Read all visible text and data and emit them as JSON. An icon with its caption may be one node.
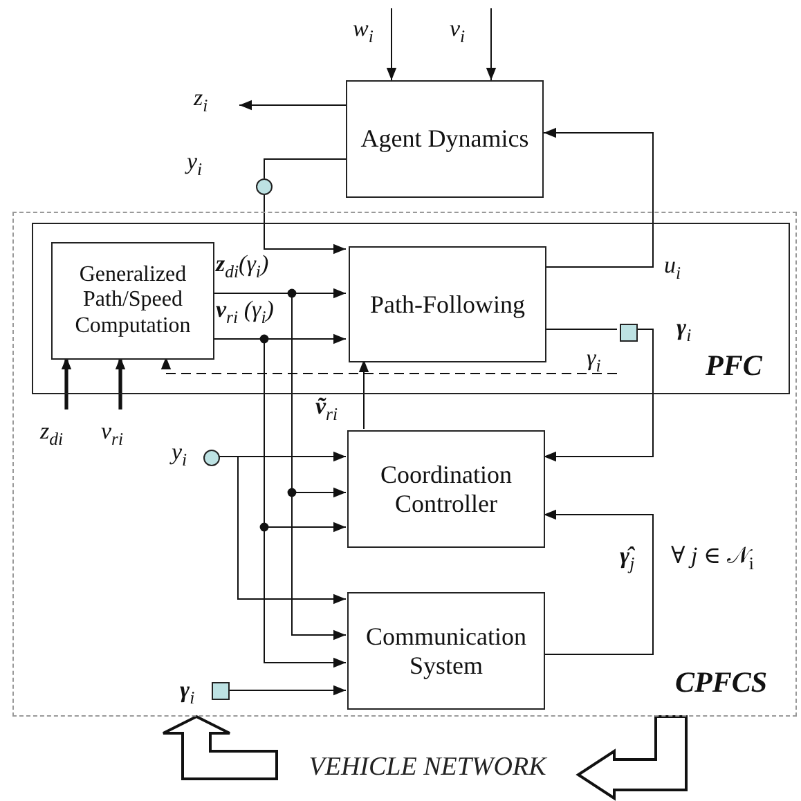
{
  "diagram": {
    "nodes": [
      {
        "text": [
          "CPFCS"
        ]
      },
      {
        "text": [
          "PFC"
        ],
        "in": 0
      },
      {
        "text": [
          "Agent Dynamics"
        ]
      },
      {
        "text": [
          "Generalized Path/Speed Computation"
        ],
        "in": 1
      },
      {
        "text": [
          "Path-Following"
        ],
        "in": 1
      },
      {
        "text": [
          "Coordination Controller"
        ],
        "in": 0
      },
      {
        "text": [
          "Communication System"
        ],
        "in": 0
      },
      {
        "text": [],
        "shape": "circle",
        "beside": [
          "y$_{i}$"
        ]
      },
      {
        "text": [],
        "shape": "box",
        "in": 1,
        "beside": [
          "**γ**$_{i}$"
        ]
      },
      {
        "text": [],
        "shape": "circle",
        "in": 0,
        "beside": [
          "y$_{i}$"
        ]
      },
      {
        "text": [],
        "shape": "box",
        "in": 0,
        "beside": [
          "**γ**$_{i}$"
        ]
      },
      {
        "text": [
          "VEHICLE NETWORK"
        ]
      }
    ],
    "edges": [
      {
        "from": null,
        "to": 2,
        "arrow": "to",
        "label": "w$_{i}$"
      },
      {
        "from": null,
        "to": 2,
        "arrow": "to",
        "label": "v$_{i}$"
      },
      {
        "from": 2,
        "to": null,
        "arrow": "to",
        "label": "z$_{i}$"
      },
      {
        "from": 2,
        "to": 7,
        "arrow": "none"
      },
      {
        "from": 7,
        "to": 4,
        "arrow": "to"
      },
      {
        "from": 4,
        "to": 2,
        "arrow": "to",
        "label": "u$_{i}$"
      },
      {
        "from": 3,
        "to": 4,
        "arrow": "to",
        "label": "**z**$_{d}$$_{i}$(γ$_{i}$)"
      },
      {
        "from": 3,
        "to": 4,
        "arrow": "to",
        "label": "**v**$_{r}$$_{i}$ (γ$_{i}$)"
      },
      {
        "from": 3,
        "to": 5,
        "arrow": "to"
      },
      {
        "from": 3,
        "to": 6,
        "arrow": "to"
      },
      {
        "from": 3,
        "to": 5,
        "arrow": "to"
      },
      {
        "from": 3,
        "to": 6,
        "arrow": "to"
      },
      {
        "from": 4,
        "to": 8,
        "arrow": "none"
      },
      {
        "from": 8,
        "to": 5,
        "arrow": "to"
      },
      {
        "from": 8,
        "to": 3,
        "arrow": "to",
        "style": "dashed",
        "label": "γ$_{i}$"
      },
      {
        "from": 5,
        "to": 4,
        "arrow": "to",
        "label": "**ṽ**$_{r}$$_{i}$"
      },
      {
        "from": 9,
        "to": 5,
        "arrow": "to"
      },
      {
        "from": 9,
        "to": 6,
        "arrow": "to"
      },
      {
        "from": 6,
        "to": 5,
        "arrow": "to",
        "label": "**γ̂**$_{j}$"
      },
      {
        "from": 10,
        "to": 6,
        "arrow": "to"
      },
      {
        "from": null,
        "to": 3,
        "arrow": "to",
        "style": "thick",
        "label": "z$_{d}$$_{i}$"
      },
      {
        "from": null,
        "to": 3,
        "arrow": "to",
        "style": "thick",
        "label": "v$_{r}$$_{i}$"
      },
      {
        "from": 11,
        "to": 0,
        "arrow": "to",
        "style": "thick"
      },
      {
        "from": 0,
        "to": 11,
        "arrow": "to",
        "style": "thick"
      }
    ],
    "labels": [
      "∀ *j* ∈ 𝒩$_{i}$"
    ]
  }
}
